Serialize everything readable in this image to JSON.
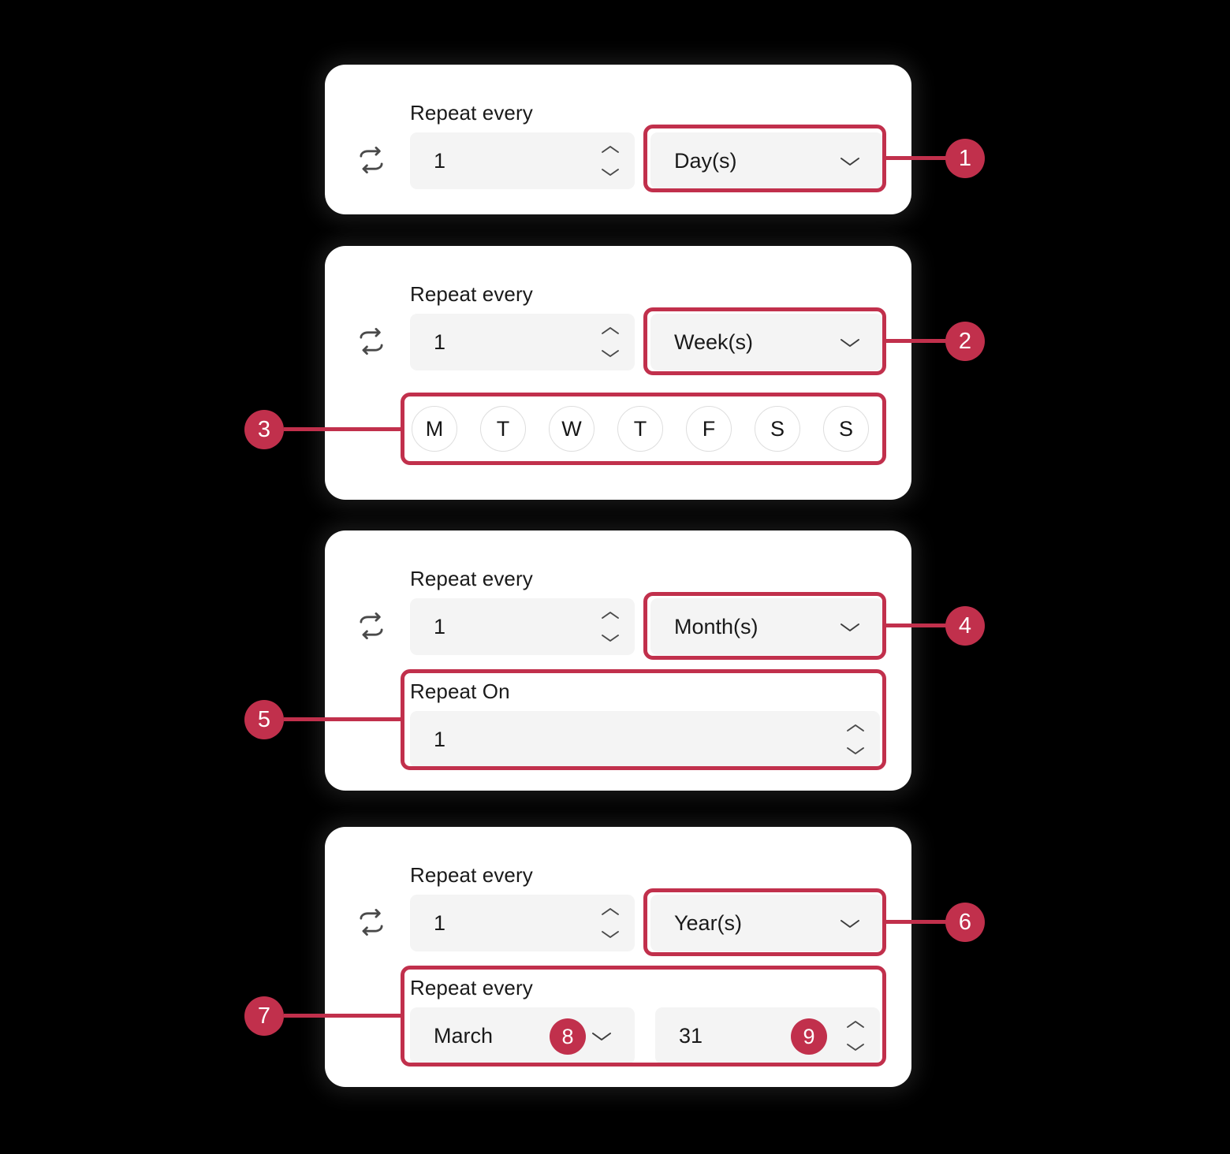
{
  "accent_color": "#c1304c",
  "icons": {
    "repeat": "repeat-icon",
    "chevron_down": "chevron-down-icon",
    "stepper_up": "chevron-up-icon",
    "stepper_down": "chevron-down-icon"
  },
  "cards": [
    {
      "id": "daily",
      "repeat_every_label": "Repeat every",
      "interval_value": "1",
      "unit_value": "Day(s)"
    },
    {
      "id": "weekly",
      "repeat_every_label": "Repeat every",
      "interval_value": "1",
      "unit_value": "Week(s)",
      "weekdays": [
        "M",
        "T",
        "W",
        "T",
        "F",
        "S",
        "S"
      ]
    },
    {
      "id": "monthly",
      "repeat_every_label": "Repeat every",
      "interval_value": "1",
      "unit_value": "Month(s)",
      "repeat_on_label": "Repeat On",
      "repeat_on_value": "1"
    },
    {
      "id": "yearly",
      "repeat_every_label": "Repeat every",
      "interval_value": "1",
      "unit_value": "Year(s)",
      "sub_repeat_every_label": "Repeat every",
      "month_value": "March",
      "day_value": "31"
    }
  ],
  "callouts": [
    {
      "n": "1"
    },
    {
      "n": "2"
    },
    {
      "n": "3"
    },
    {
      "n": "4"
    },
    {
      "n": "5"
    },
    {
      "n": "6"
    },
    {
      "n": "7"
    },
    {
      "n": "8"
    },
    {
      "n": "9"
    }
  ]
}
